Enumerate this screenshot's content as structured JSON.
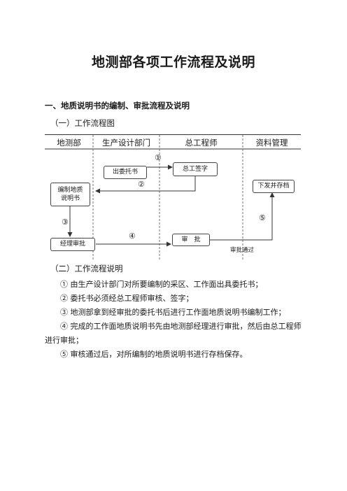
{
  "title": "地测部各项工作流程及说明",
  "section1": {
    "heading": "一、地质说明书的编制、审批流程及说明",
    "flow_heading": "（一）工作流程图",
    "desc_heading": "（二）工作流程说明"
  },
  "flowchart": {
    "columns": [
      "地测部",
      "生产设计部门",
      "总工程师",
      "资料管理"
    ],
    "boxes": {
      "issue_entrust": "出委托书",
      "chief_sign": "总工签字",
      "compile": "编制地质说明书",
      "distribute_archive": "下发并存档",
      "manager_review": "经理审批",
      "approve": "审　批"
    },
    "step_numbers": [
      "①",
      "②",
      "③",
      "④",
      "⑤"
    ],
    "approve_pass": "审批通过"
  },
  "description": [
    "① 由生产设计部门对所要编制的采区、工作面出具委托书；",
    "② 委托书必须经总工程师审核、签字；",
    "③ 地测部拿到经审批的委托书后进行工作面地质说明书编制工作；",
    "④ 完成的工作面地质说明书先由地测部经理进行审批，然后由总工程师进行审批；",
    "⑤ 审核通过后，对所编制的地质说明书进行存档保存。"
  ]
}
